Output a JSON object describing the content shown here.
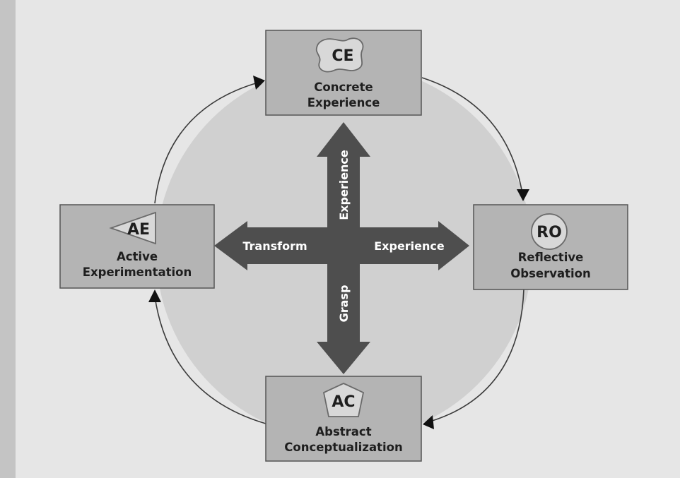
{
  "stages": {
    "ce": {
      "badge": "CE",
      "line1": "Concrete",
      "line2": "Experience"
    },
    "ro": {
      "badge": "RO",
      "line1": "Reflective",
      "line2": "Observation"
    },
    "ac": {
      "badge": "AC",
      "line1": "Abstract",
      "line2": "Conceptualization"
    },
    "ae": {
      "badge": "AE",
      "line1": "Active",
      "line2": "Experimentation"
    }
  },
  "arrows": {
    "up": "Experience",
    "right": "Experience",
    "down": "Grasp",
    "left": "Transform"
  },
  "colors": {
    "background": "#e6e6e6",
    "circle": "#d0d0d0",
    "box": "#b4b4b4",
    "cross_arrow": "#4e4e4e"
  }
}
